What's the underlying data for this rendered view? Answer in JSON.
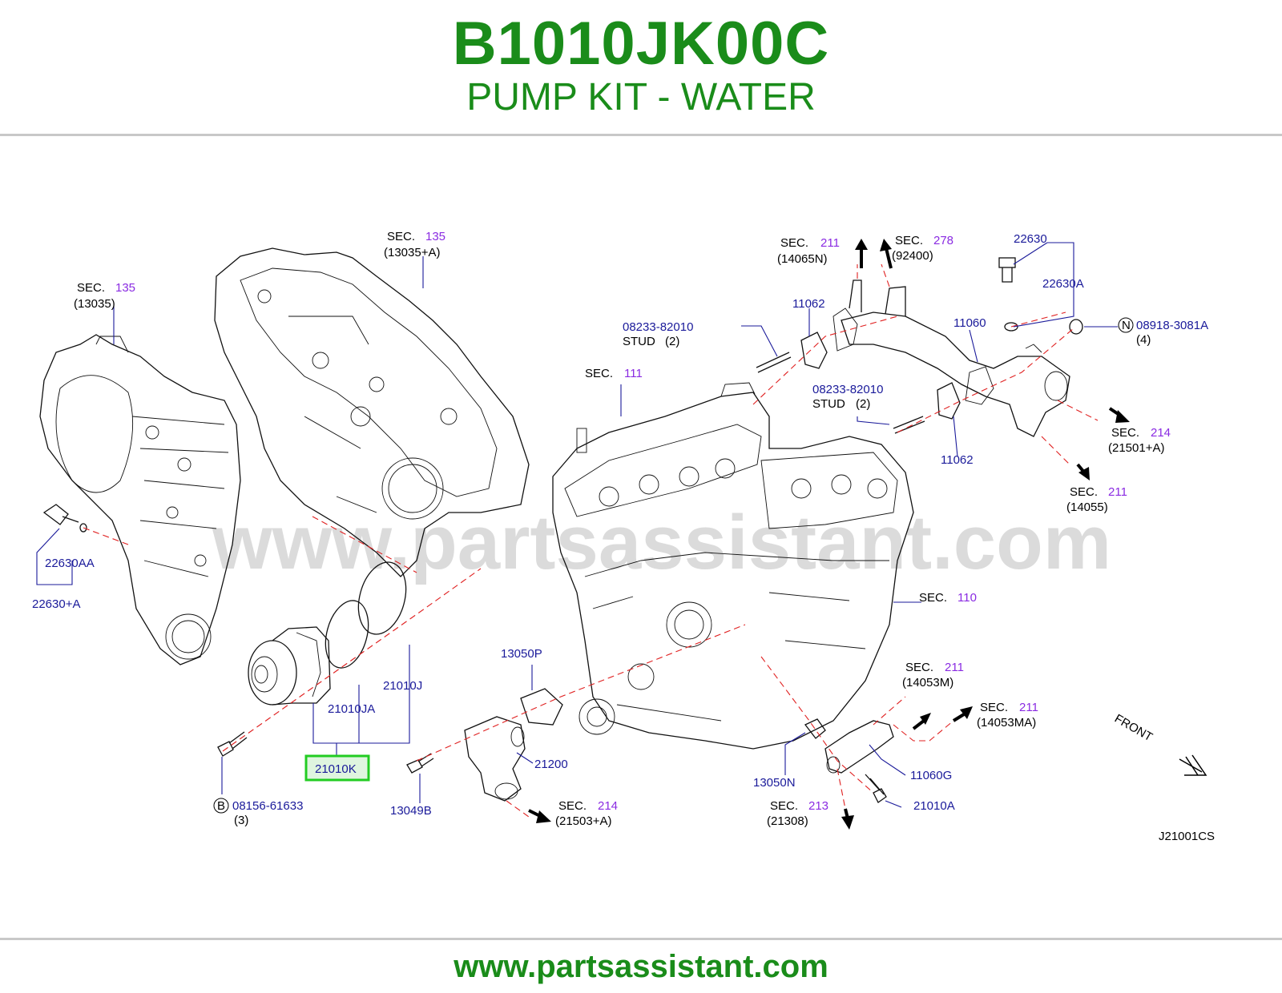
{
  "header": {
    "part_number": "B1010JK00C",
    "part_title": "PUMP KIT - WATER"
  },
  "footer": {
    "url": "www.partsassistant.com"
  },
  "diagram": {
    "watermark": "www.partsassistant.com",
    "drawing_code": "J21001CS",
    "front_label": "FRONT",
    "labels": {
      "sec": "SEC.",
      "stud": "STUD",
      "sec_135_top_num": "135",
      "sec_135_top_ref": "(13035+A)",
      "sec_135_left_num": "135",
      "sec_135_left_ref": "(13035)",
      "sec_211_top_num": "211",
      "sec_211_top_ref": "(14065N)",
      "sec_278_num": "278",
      "sec_278_ref": "(92400)",
      "p22630": "22630",
      "p22630A": "22630A",
      "p11062_top": "11062",
      "p11060": "11060",
      "p08918": "08918-3081A",
      "p08918_qty": "(4)",
      "badge_n": "N",
      "p08233_top": "08233-82010",
      "p08233_top_qty": "(2)",
      "sec_111_num": "111",
      "p08233_mid": "08233-82010",
      "p08233_mid_qty": "(2)",
      "p11062_mid": "11062",
      "sec_214_right_num": "214",
      "sec_214_right_ref": "(21501+A)",
      "sec_211_right_num": "211",
      "sec_211_right_ref": "(14055)",
      "p22630AA": "22630AA",
      "p22630_A": "22630+A",
      "sec_110_num": "110",
      "p21010J": "21010J",
      "p21010JA": "21010JA",
      "p21010K": "21010K",
      "p13050P": "13050P",
      "p21200": "21200",
      "sec_211_m_num": "211",
      "sec_211_m_ref": "(14053M)",
      "sec_211_ma_num": "211",
      "sec_211_ma_ref": "(14053MA)",
      "p13050N": "13050N",
      "p11060G": "11060G",
      "p21010A": "21010A",
      "sec_213_num": "213",
      "sec_213_ref": "(21308)",
      "p13049B": "13049B",
      "sec_214_bottom_num": "214",
      "sec_214_bottom_ref": "(21503+A)",
      "p08156": "08156-61633",
      "p08156_qty": "(3)",
      "badge_b": "B"
    },
    "colors": {
      "title_green": "#1a8c1a",
      "part_blue": "#1a1a9a",
      "section_purple": "#8a2be2",
      "highlight_green": "#22cc22",
      "dash_red": "#e02020"
    }
  }
}
